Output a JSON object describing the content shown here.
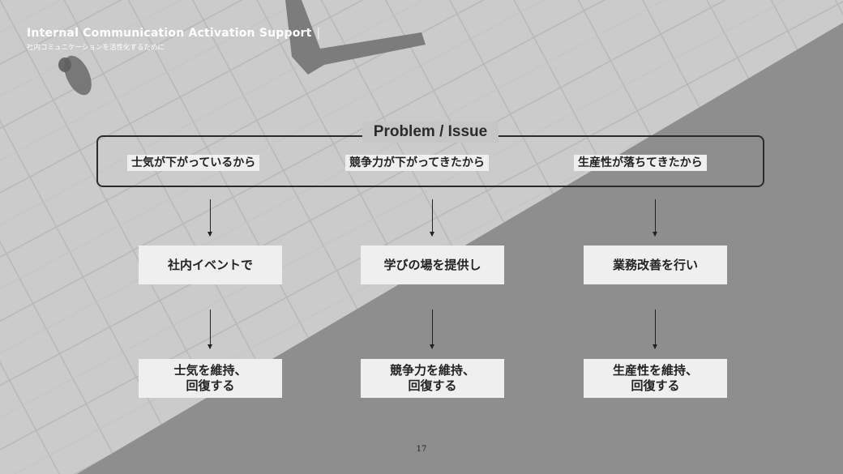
{
  "header": {
    "title": "Internal Communication Activation Support",
    "separator": "|",
    "subtitle": "社内コミュニケーションを活性化するために"
  },
  "problem": {
    "title": "Problem / Issue",
    "causes": [
      "士気が下がっているから",
      "競争力が下がってきたから",
      "生産性が落ちてきたから"
    ]
  },
  "actions": [
    "社内イベントで",
    "学びの場を提供し",
    "業務改善を行い"
  ],
  "outcomes": [
    {
      "line1": "士気を維持、",
      "line2": "回復する"
    },
    {
      "line1": "競争力を維持、",
      "line2": "回復する"
    },
    {
      "line1": "生産性を維持、",
      "line2": "回復する"
    }
  ],
  "page_number": "17",
  "colors": {
    "paving_light": "#c9c9c9",
    "shadow_gray": "#8e8e8e",
    "box_fill": "#efefef",
    "ink": "#222222"
  }
}
